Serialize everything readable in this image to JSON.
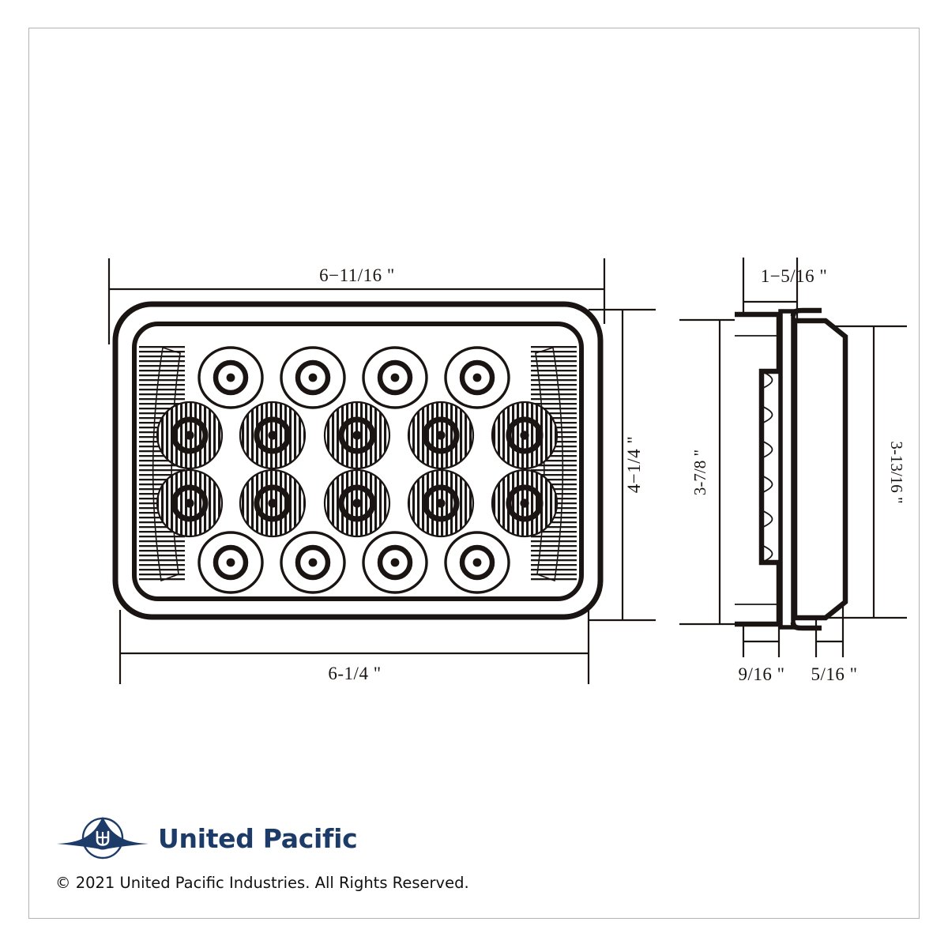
{
  "document": {
    "type": "technical-dimension-drawing",
    "product": "Rectangular LED Lamp",
    "sheet_border_color": "#b3b3b3",
    "line_color": "#1a1412"
  },
  "front_view": {
    "name": "front-view",
    "dimensions": {
      "top_width": "6−11/16 \"",
      "bottom_width": "6-1/4 \"",
      "right_height": "4−1/4 \""
    },
    "led_layout": {
      "rows": [
        {
          "style": "plain",
          "count": 4
        },
        {
          "style": "hatched",
          "count": 5
        },
        {
          "style": "hatched",
          "count": 5
        },
        {
          "style": "plain",
          "count": 4
        }
      ],
      "total_leds": 18
    },
    "reflector_panels": 2
  },
  "side_view": {
    "name": "side-view",
    "dimensions": {
      "top_depth": "1−5/16 \"",
      "left_height": "3-7/8 \"",
      "right_height": "3-13/16 \"",
      "bottom_left": "9/16 \"",
      "bottom_right": "5/16 \""
    }
  },
  "footer": {
    "logo_text": "United Pacific",
    "logo_color": "#1d3b68",
    "copyright": "© 2021 United Pacific Industries. All Rights Reserved."
  }
}
